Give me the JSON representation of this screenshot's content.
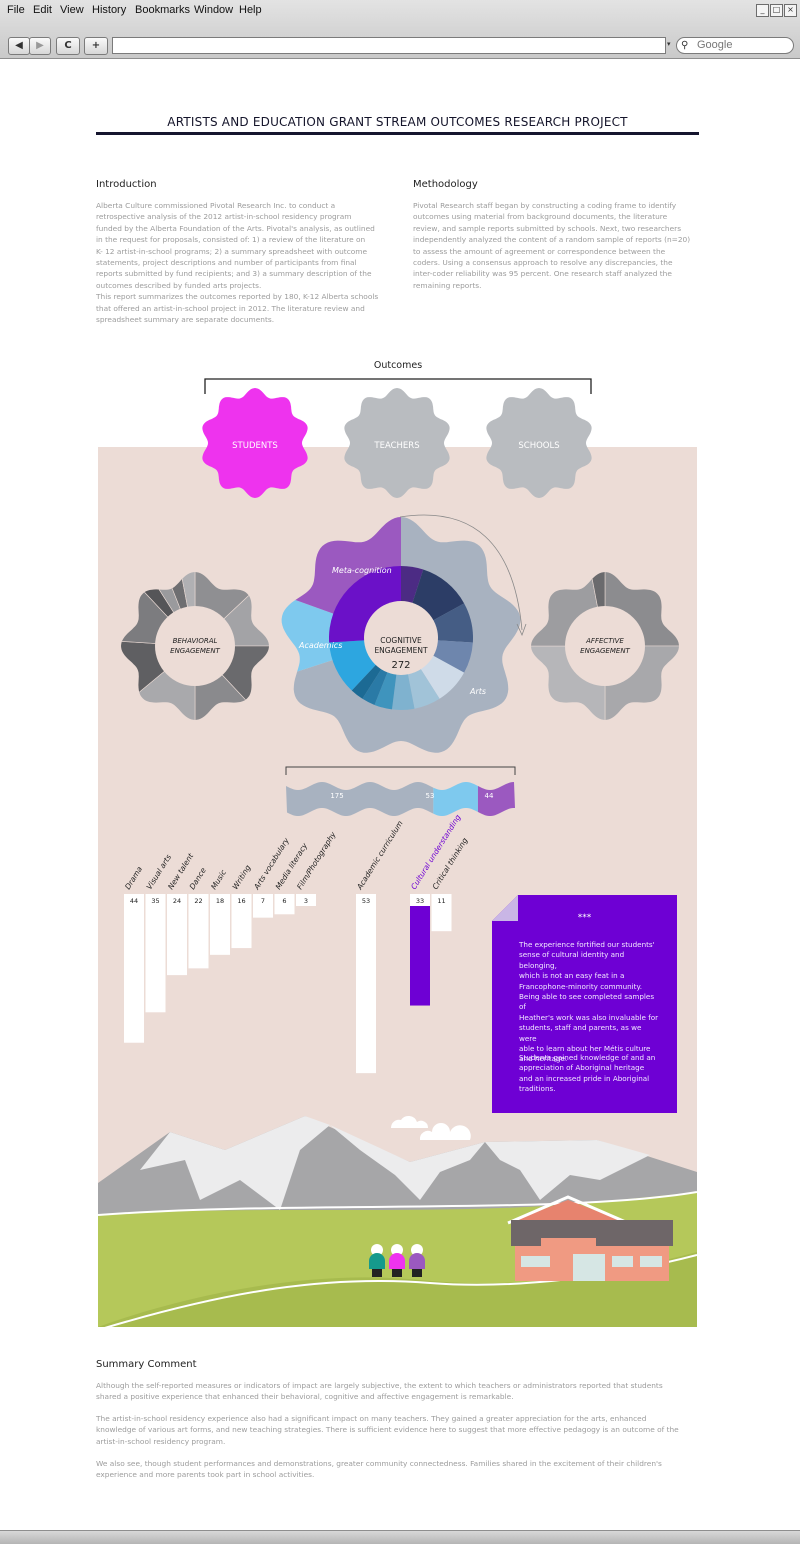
{
  "browser": {
    "menu": [
      "File",
      "Edit",
      "View",
      "History",
      "Bookmarks",
      "Window",
      "Help"
    ],
    "search_placeholder": "Google",
    "back_glyph": "◀",
    "forward_glyph": "▶",
    "reload_glyph": "C",
    "add_glyph": "+"
  },
  "page": {
    "title": "ARTISTS AND EDUCATION GRANT STREAM OUTCOMES RESEARCH PROJECT",
    "introduction": {
      "heading": "Introduction",
      "lines": [
        "Alberta Culture commissioned Pivotal Research Inc. to conduct a",
        "retrospective analysis of the 2012 artist-in-school residency program",
        "funded by the Alberta Foundation of the Arts. Pivotal's analysis, as outlined",
        "in the request for proposals, consisted of: 1) a review of the literature on",
        "K- 12 artist-in-school programs; 2) a summary spreadsheet with outcome",
        "statements, project descriptions and number of participants from final",
        "reports submitted by fund recipients; and 3) a summary description of the",
        "outcomes described by funded arts projects.",
        "This report summarizes the outcomes reported by 180, K-12 Alberta schools",
        "that offered an artist-in-school project in 2012. The literature review and",
        "spreadsheet summary are separate documents."
      ]
    },
    "methodology": {
      "heading": "Methodology",
      "lines": [
        "Pivotal Research staff began by constructing a coding frame to identify",
        "outcomes using material from background documents, the literature",
        "review, and sample reports submitted by schools. Next, two researchers",
        "independently analyzed the content of a random sample of reports (n=20)",
        "to assess the amount of agreement or correspondence between the",
        "coders. Using a consensus approach to resolve any discrepancies, the",
        "inter-coder reliability was 95 percent. One research staff analyzed the",
        "remaining reports."
      ]
    },
    "outcomes_label": "Outcomes",
    "badges": [
      "STUDENTS",
      "TEACHERS",
      "SCHOOLS"
    ],
    "behavioral_label": [
      "BEHAVIORAL",
      "ENGAGEMENT"
    ],
    "cognitive_label": [
      "COGNITIVE",
      "ENGAGEMENT"
    ],
    "cognitive_total": "272",
    "affective_label": [
      "AFFECTIVE",
      "ENGAGEMENT"
    ],
    "segment_labels": {
      "metacognition": "Meta-cognition",
      "academics": "Academics",
      "arts": "Arts"
    },
    "wave_values": [
      "175",
      "53",
      "44"
    ],
    "quote": {
      "stars": "***",
      "paragraphs": [
        [
          "The experience fortified our students'",
          "sense of cultural identity and belonging,",
          "which is not an easy feat in a",
          "Francophone-minority community."
        ],
        [
          "Being able to see completed samples of",
          "Heather's work was also invaluable for",
          "students, staff and parents, as we were",
          "able to learn about her Métis culture",
          "and heritage."
        ],
        [
          "Students gained knowledge of and an",
          "appreciation of Aboriginal heritage",
          "and an increased pride in Aboriginal",
          "traditions."
        ]
      ]
    },
    "summary": {
      "heading": "Summary Comment",
      "paragraphs": [
        [
          "Although the self-reported measures or indicators of impact are largely subjective, the extent to which teachers or administrators reported that students",
          "shared a positive experience that enhanced their behavioral, cognitive and affective engagement is remarkable."
        ],
        [
          "The artist-in-school residency experience also had a significant impact on many teachers. They gained a greater appreciation for the arts, enhanced",
          "knowledge of various art forms, and new teaching strategies. There is sufficient evidence here to suggest that more effective pedagogy is an outcome of the",
          "artist-in-school residency program."
        ],
        [
          "We also see, though student performances and demonstrations, greater community connectedness. Families shared in the excitement of their children's",
          "experience and more parents took part in school activities."
        ]
      ]
    },
    "colors": {
      "students": "#ee33ee",
      "grey_badge": "#b9bcc0",
      "panel": "#ecdcd6",
      "purple": "#6e00d4",
      "light_blue": "#7ec9ee",
      "cognitive_grey": "#a8b2c0",
      "grass": "#b5c85a"
    }
  },
  "chart_data": {
    "type": "bar",
    "groups": [
      {
        "group": "Arts",
        "categories": [
          "Drama",
          "Visual arts",
          "New talent",
          "Dance",
          "Music",
          "Writing",
          "Arts vocabulary",
          "Media literacy",
          "Film/Photography"
        ],
        "values": [
          44,
          35,
          24,
          22,
          18,
          16,
          7,
          6,
          3
        ]
      },
      {
        "group": "Academics",
        "categories": [
          "Academic curriculum"
        ],
        "values": [
          53
        ]
      },
      {
        "group": "Meta-cognition",
        "categories": [
          "Cultural understanding",
          "Critical thinking"
        ],
        "values": [
          33,
          11
        ]
      }
    ],
    "totals": {
      "Arts": 175,
      "Academics": 53,
      "Meta-cognition": 44,
      "Cognitive engagement": 272
    }
  }
}
